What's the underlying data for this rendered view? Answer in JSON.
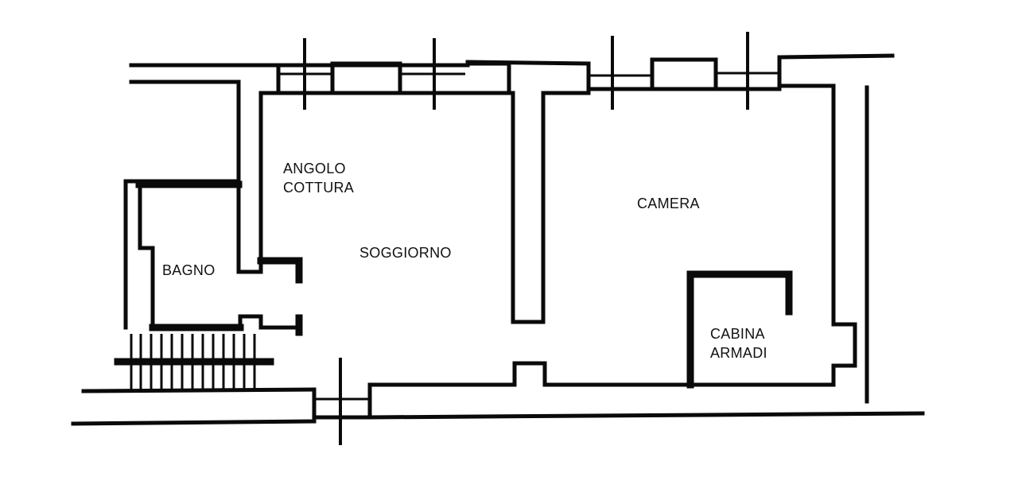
{
  "floor_plan": {
    "colors": {
      "wall": "#0a0a0a",
      "background": "#ffffff",
      "text": "#111111"
    },
    "rooms": [
      {
        "id": "angolo-cottura",
        "line1": "ANGOLO",
        "line2": "COTTURA"
      },
      {
        "id": "soggiorno",
        "line1": "SOGGIORNO"
      },
      {
        "id": "camera",
        "line1": "CAMERA"
      },
      {
        "id": "bagno",
        "line1": "BAGNO"
      },
      {
        "id": "cabina-armadi",
        "line1": "CABINA",
        "line2": "ARMADI"
      }
    ]
  }
}
